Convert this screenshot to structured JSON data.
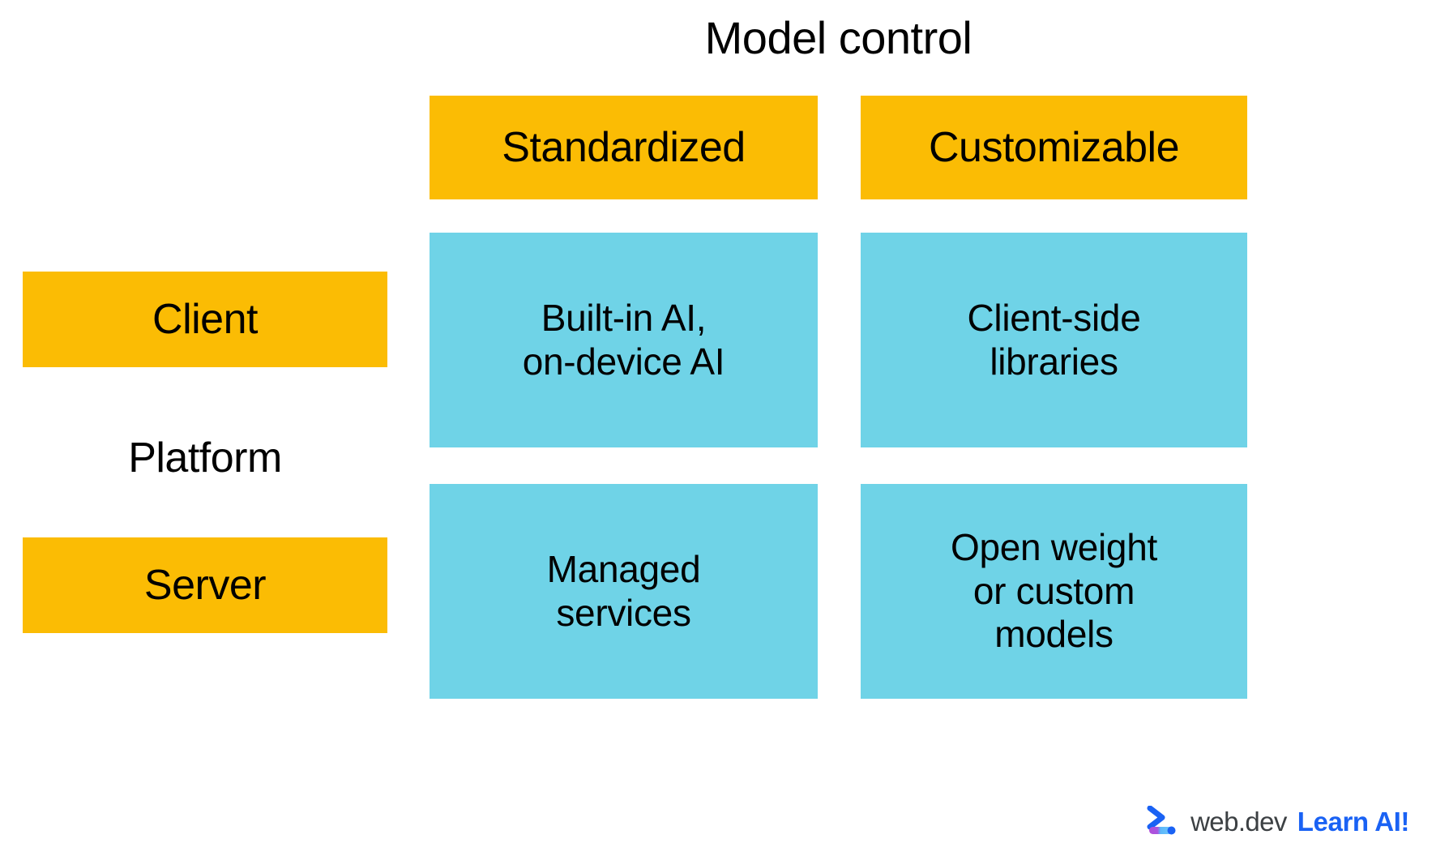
{
  "chart_data": {
    "type": "table",
    "title": "Model control",
    "xlabel": "Model control",
    "ylabel": "Platform",
    "columns": [
      "Standardized",
      "Customizable"
    ],
    "rows": [
      "Client",
      "Server"
    ],
    "cells": [
      [
        "Built-in AI,\non-device AI",
        "Client-side\nlibraries"
      ],
      [
        "Managed\nservices",
        "Open weight\nor custom\nmodels"
      ]
    ],
    "legend": [],
    "grid": false,
    "colors": {
      "header_fill": "#FBBC04",
      "cell_fill": "#6FD3E7",
      "text": "#000000",
      "background": "#FFFFFF"
    }
  },
  "title": "Model control",
  "axes": {
    "column_axis_label": "Model control",
    "row_axis_label": "Platform"
  },
  "column_headers": [
    {
      "label": "Standardized"
    },
    {
      "label": "Customizable"
    }
  ],
  "row_headers": [
    {
      "label": "Client"
    },
    {
      "label": "Server"
    }
  ],
  "matrix": {
    "client_standardized": "Built-in AI,\non-device AI",
    "client_customizable": "Client-side\nlibraries",
    "server_standardized": "Managed\nservices",
    "server_customizable": "Open weight\nor custom\nmodels"
  },
  "brand": {
    "logo_icon": "webdev-chevron-icon",
    "wordmark": "web.dev",
    "tagline": "Learn AI!",
    "wordmark_color": "#3C4043",
    "tagline_color": "#1A62F4"
  }
}
